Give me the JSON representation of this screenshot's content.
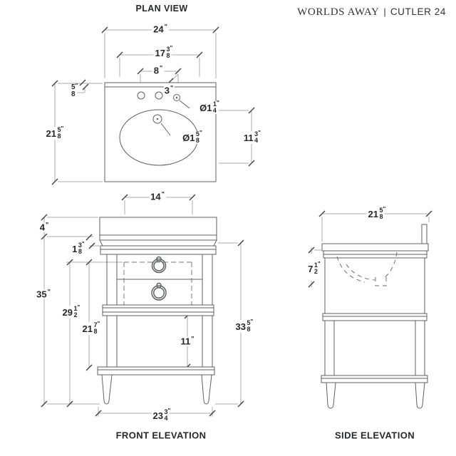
{
  "titles": {
    "plan": "PLAN VIEW",
    "front": "FRONT ELEVATION",
    "side": "SIDE ELEVATION"
  },
  "brand": {
    "name": "WORLDS AWAY",
    "divider": "|",
    "model": "CUTLER 24"
  },
  "plan_view": {
    "overall_width": {
      "whole": "24",
      "unit": "\""
    },
    "faucet_span": {
      "whole": "17",
      "num": "3",
      "den": "8",
      "unit": "\""
    },
    "hole_span": {
      "whole": "8",
      "unit": "\""
    },
    "hole_spacing": {
      "whole": "3",
      "unit": "\""
    },
    "edge_thickness": {
      "num": "5",
      "den": "8",
      "unit": "\""
    },
    "overall_depth": {
      "whole": "21",
      "num": "5",
      "den": "8",
      "unit": "\""
    },
    "bowl_length": {
      "whole": "11",
      "num": "3",
      "den": "4",
      "unit": "\""
    },
    "faucet_hole_dia": {
      "prefix": "Ø",
      "whole": "1",
      "num": "1",
      "den": "4",
      "unit": "\""
    },
    "drain_hole_dia": {
      "prefix": "Ø",
      "whole": "1",
      "num": "5",
      "den": "8",
      "unit": "\""
    }
  },
  "front_elevation": {
    "sink_width": {
      "whole": "14",
      "unit": "\""
    },
    "sink_height": {
      "whole": "4",
      "unit": "\""
    },
    "counter_thickness": {
      "whole": "1",
      "num": "3",
      "den": "8",
      "unit": "\""
    },
    "counter_height": {
      "whole": "35",
      "unit": "\""
    },
    "drawer_top_height": {
      "whole": "29",
      "num": "1",
      "den": "2",
      "unit": "\""
    },
    "drawer_to_shelf": {
      "whole": "21",
      "num": "7",
      "den": "8",
      "unit": "\""
    },
    "shelf_clearance": {
      "whole": "11",
      "unit": "\""
    },
    "cabinet_height": {
      "whole": "33",
      "num": "5",
      "den": "8",
      "unit": "\""
    },
    "base_width": {
      "whole": "23",
      "num": "3",
      "den": "4",
      "unit": "\""
    }
  },
  "side_elevation": {
    "overall_depth": {
      "whole": "21",
      "num": "5",
      "den": "8",
      "unit": "\""
    },
    "bowl_depth": {
      "whole": "7",
      "num": "1",
      "den": "2",
      "unit": "\""
    }
  },
  "colors": {
    "object_line": "#5b6265",
    "dimension_line": "#a9aeb1",
    "tick": "#3c4043",
    "text": "#26292b",
    "background": "#ffffff"
  }
}
